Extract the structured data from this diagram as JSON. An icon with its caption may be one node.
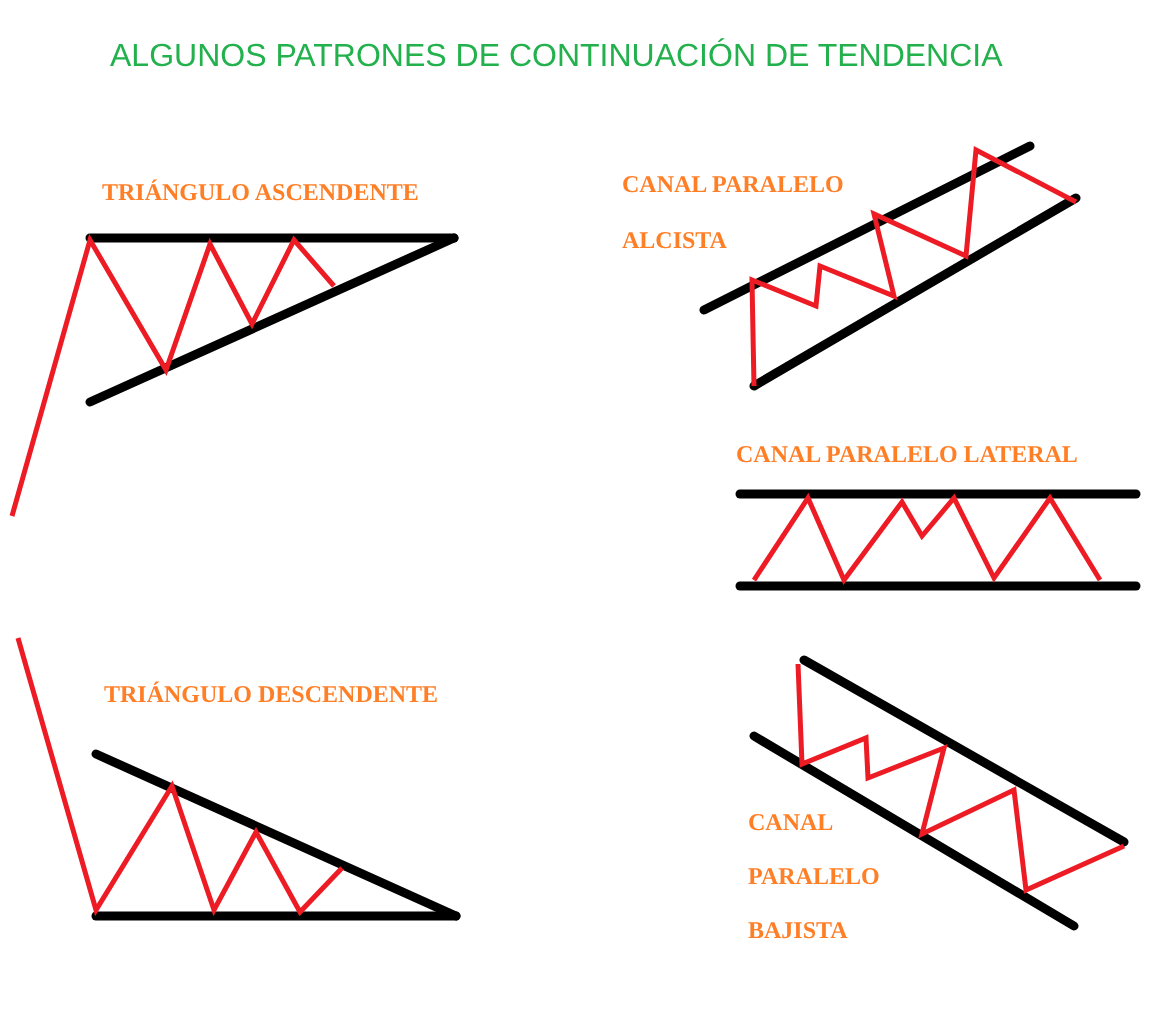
{
  "diagram": {
    "title": "ALGUNOS PATRONES DE CONTINUACIÓN DE TENDENCIA",
    "labels": [
      "TRIÁNGULO ASCENDENTE",
      "CANAL PARALELO ALCISTA",
      "CANAL PARALELO LATERAL",
      "TRIÁNGULO DESCENDENTE",
      "CANAL PARALELO BAJISTA"
    ]
  }
}
